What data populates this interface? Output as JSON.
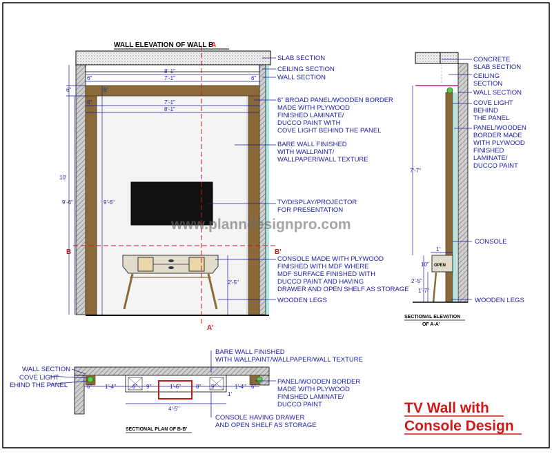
{
  "titles": {
    "main": "WALL ELEVATION OF WALL B",
    "section_elev_1": "SECTIONAL ELEVATION",
    "section_elev_2": "OF A-A'",
    "section_plan": "SECTIONAL PLAN OF B-B'"
  },
  "brand": {
    "line1": "TV Wall with",
    "line2": "Console Design"
  },
  "watermark": "www.planndesignpro.com",
  "section_marks": {
    "a_top": "A",
    "a_bottom": "A'",
    "b_left": "B",
    "b_right": "B'"
  },
  "elevation_labels": {
    "slab": "SLAB SECTION",
    "ceiling": "CEILING SECTION",
    "wall": "WALL SECTION",
    "panel_1": "6\" BROAD PANEL/WOODEN BORDER",
    "panel_2": "MADE WITH PLYWOOD",
    "panel_3": "FINISHED LAMINATE/",
    "panel_4": "DUCCO PAINT WITH",
    "panel_5": "COVE LIGHT BEHIND THE PANEL",
    "bare_1": "BARE WALL FINISHED",
    "bare_2": "WITH WALLPAINT/",
    "bare_3": "WALLPAPER/WALL TEXTURE",
    "tv_1": "TV/DISPLAY/PROJECTOR",
    "tv_2": "FOR PRESENTATION",
    "console_1": "CONSOLE MADE WITH PLYWOOD",
    "console_2": "FINISHED WITH MDF WHERE",
    "console_3": "MDF SURFACE FINISHED WITH",
    "console_4": "DUCCO PAINT AND HAVING",
    "console_5": "DRAWER AND OPEN SHELF AS STORAGE",
    "legs": "WOODEN LEGS"
  },
  "section_labels": {
    "concrete_1": "CONCRETE",
    "concrete_2": "SLAB SECTION",
    "ceiling_1": "CEILING",
    "ceiling_2": "SECTION",
    "wall": "WALL SECTION",
    "cove_1": "COVE LIGHT",
    "cove_2": "BEHIND",
    "cove_3": "THE PANEL",
    "panel_1": "PANEL/WOODEN",
    "panel_2": "BORDER MADE",
    "panel_3": "WITH PLYWOOD",
    "panel_4": "FINISHED",
    "panel_5": "LAMINATE/",
    "panel_6": "DUCCO PAINT",
    "console": "CONSOLE",
    "legs": "WOODEN LEGS",
    "open": "OPEN"
  },
  "plan_labels": {
    "wall": "WALL SECTION",
    "cove_1": "COVE LIGHT",
    "cove_2": "EHIND THE PANEL",
    "bare_1": "BARE WALL FINISHED",
    "bare_2": "WITH WALLPAINT/WALLPAPER/WALL TEXTURE",
    "panel_1": "PANEL/WOODEN BORDER",
    "panel_2": "MADE WITH PLYWOOD",
    "panel_3": "FINISHED LAMINATE/",
    "panel_4": "DUCCO PAINT",
    "console_1": "CONSOLE HAVING DRAWER",
    "console_2": "AND OPEN SHELF AS STORAGE"
  },
  "dimensions": {
    "d_8_1": "8'-1\"",
    "d_7_1": "7'-1\"",
    "d_6": "6\"",
    "d_10": "10'",
    "d_9_6": "9'-6\"",
    "d_2_5": "2'-5\"",
    "d_7_7": "7'-7\"",
    "d_1": "1'",
    "d_10in": "10\"",
    "d_1_7": "1'-7\"",
    "d_1_4": "1'-4\"",
    "d_9": "9\"",
    "d_8": "8\"",
    "d_1_6": "1'-6\"",
    "d_4_5": "4'-5\""
  },
  "colors": {
    "annotation": "#1a1aa6",
    "wood": "#8b6a3a",
    "wall_hatch": "#9a9a9a",
    "console": "#e2dccd",
    "section_line": "#d01818",
    "brand": "#d01818",
    "cove_light": "#5bd04a",
    "glass": "#7fd6d6"
  }
}
